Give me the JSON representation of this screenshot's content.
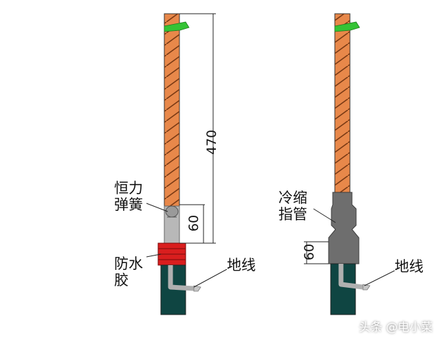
{
  "left": {
    "dim_total": "470",
    "dim_bottom": "60",
    "label_spring_line1": "恒力",
    "label_spring_line2": "弹簧",
    "label_waterproof_line1": "防水",
    "label_waterproof_line2": "胶",
    "label_ground": "地线"
  },
  "right": {
    "label_coldshrink_line1": "冷缩",
    "label_coldshrink_line2": "指管",
    "dim_bottom": "60",
    "label_ground": "地线"
  },
  "watermark": "头条 @电小菜",
  "colors": {
    "copper": "#e8884a",
    "copper_stripe": "#7a3a14",
    "green_tape": "#35c335",
    "spring_gray": "#b8b8b8",
    "waterproof_red": "#d91e1e",
    "cable_dark": "#0f4542",
    "cold_shrink_gray": "#6e6e6e"
  }
}
